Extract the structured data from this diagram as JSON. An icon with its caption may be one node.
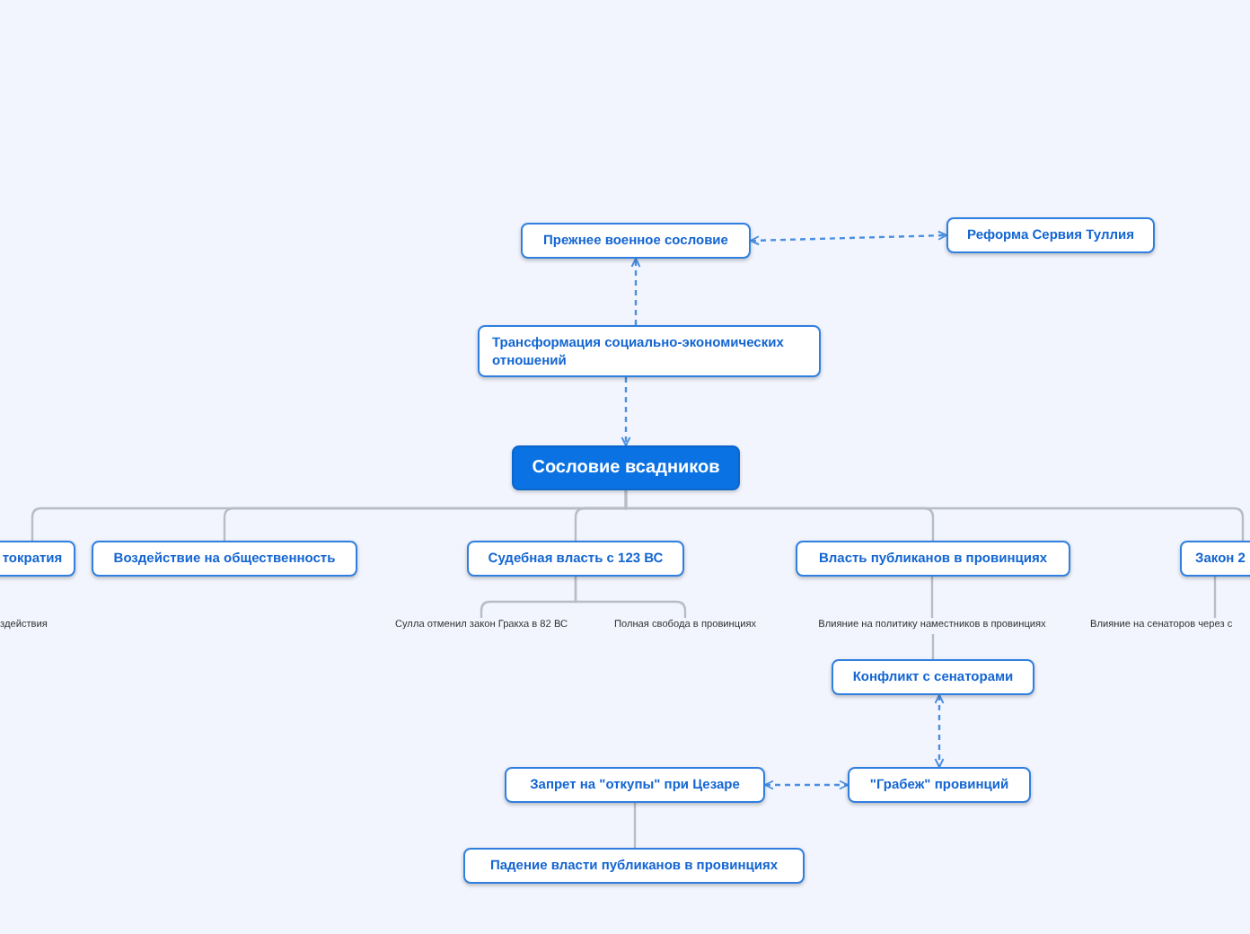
{
  "diagram": {
    "nodes": [
      {
        "text": [
          "Прежнее военное сословие"
        ]
      },
      {
        "text": [
          "Реформа Сервия Туллия"
        ]
      },
      {
        "text": [
          "Трансформация социально-экономических отношений"
        ]
      },
      {
        "text": [
          "Сословие всадников"
        ]
      },
      {
        "text": [
          "тократия"
        ]
      },
      {
        "text": [
          "Воздействие на общественность"
        ]
      },
      {
        "text": [
          "Судебная власть с 123 ВС"
        ]
      },
      {
        "text": [
          "Власть публиканов в провинциях"
        ]
      },
      {
        "text": [
          "Закон 2"
        ]
      },
      {
        "text": [
          "здействия"
        ]
      },
      {
        "text": [
          "Сулла отменил закон Гракха в 82 ВС"
        ]
      },
      {
        "text": [
          "Полная свобода в провинциях"
        ]
      },
      {
        "text": [
          "Влияние на политику наместников в провинциях"
        ]
      },
      {
        "text": [
          "Влияние на сенаторов через с"
        ]
      },
      {
        "text": [
          "Конфликт с сенаторами"
        ]
      },
      {
        "text": [
          "\"Грабеж\" провинций"
        ]
      },
      {
        "text": [
          "Запрет на \"откупы\" при Цезаре"
        ]
      },
      {
        "text": [
          "Падение власти публиканов в провинциях"
        ]
      }
    ],
    "edges": [
      {
        "from": 0,
        "to": 1,
        "arrow": "both",
        "style": "dashed",
        "color": "#4a8fe0"
      },
      {
        "from": 2,
        "to": 0,
        "arrow": "to",
        "style": "dashed",
        "color": "#4a8fe0"
      },
      {
        "from": 2,
        "to": 3,
        "arrow": "to",
        "style": "dashed",
        "color": "#4a8fe0"
      },
      {
        "from": 3,
        "to": 4,
        "arrow": "none"
      },
      {
        "from": 3,
        "to": 5,
        "arrow": "none"
      },
      {
        "from": 3,
        "to": 6,
        "arrow": "none"
      },
      {
        "from": 3,
        "to": 7,
        "arrow": "none"
      },
      {
        "from": 3,
        "to": 8,
        "arrow": "none"
      },
      {
        "from": 6,
        "to": 10,
        "arrow": "none"
      },
      {
        "from": 6,
        "to": 11,
        "arrow": "none"
      },
      {
        "from": 7,
        "to": 12,
        "arrow": "none"
      },
      {
        "from": 12,
        "to": 14,
        "arrow": "none"
      },
      {
        "from": 8,
        "to": 13,
        "arrow": "none"
      },
      {
        "from": 14,
        "to": 15,
        "arrow": "both",
        "style": "dashed",
        "color": "#4a8fe0"
      },
      {
        "from": 16,
        "to": 15,
        "arrow": "both",
        "style": "dashed",
        "color": "#4a8fe0"
      },
      {
        "from": 16,
        "to": 17,
        "arrow": "none"
      }
    ]
  }
}
